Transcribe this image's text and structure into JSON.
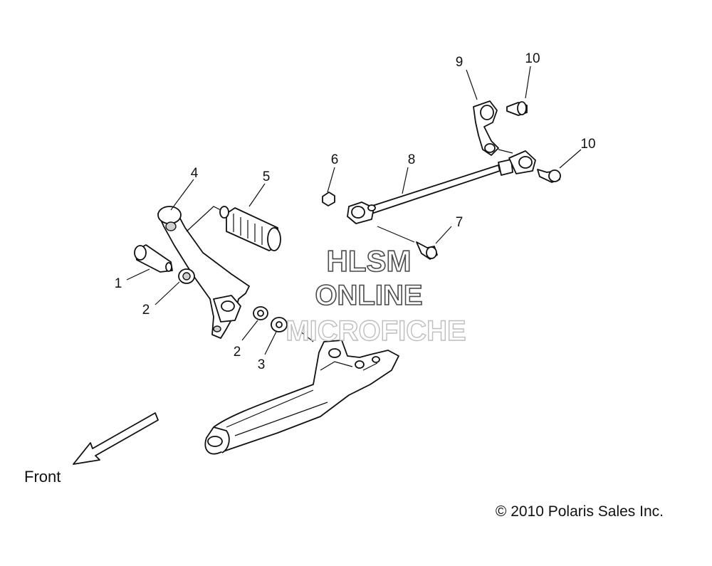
{
  "diagram": {
    "callouts": [
      {
        "id": "1",
        "text": "1"
      },
      {
        "id": "2a",
        "text": "2"
      },
      {
        "id": "2b",
        "text": "2"
      },
      {
        "id": "3",
        "text": "3"
      },
      {
        "id": "4",
        "text": "4"
      },
      {
        "id": "5",
        "text": "5"
      },
      {
        "id": "6",
        "text": "6"
      },
      {
        "id": "7",
        "text": "7"
      },
      {
        "id": "8",
        "text": "8"
      },
      {
        "id": "9",
        "text": "9"
      },
      {
        "id": "10a",
        "text": "10"
      },
      {
        "id": "10b",
        "text": "10"
      }
    ],
    "direction_label": "Front",
    "copyright": "© 2010 Polaris Sales Inc.",
    "watermark": {
      "line1": "HLSM",
      "line2": "ONLINE",
      "line3": "MICROFICHE"
    }
  }
}
